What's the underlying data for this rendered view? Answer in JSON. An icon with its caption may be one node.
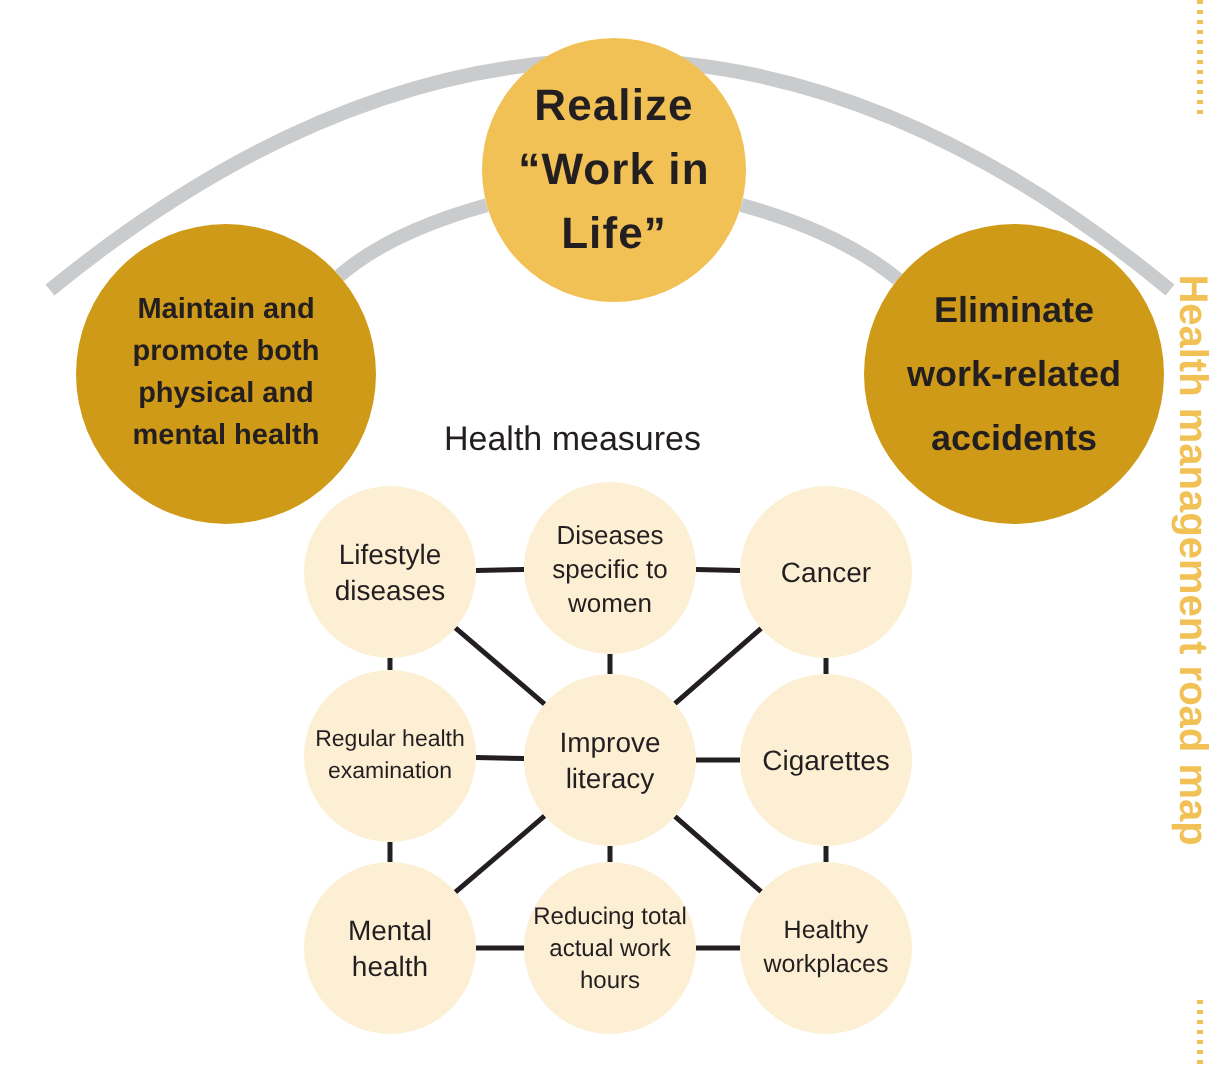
{
  "diagram": {
    "nodes": [
      {
        "text": [
          "Realize “Work in Life”"
        ]
      },
      {
        "text": [
          "Maintain and promote both physical and mental health"
        ]
      },
      {
        "text": [
          "Eliminate work-related accidents"
        ]
      },
      {
        "text": [
          "Lifestyle diseases"
        ]
      },
      {
        "text": [
          "Diseases specific to women"
        ]
      },
      {
        "text": [
          "Cancer"
        ]
      },
      {
        "text": [
          "Regular health examination"
        ]
      },
      {
        "text": [
          "Improve literacy"
        ]
      },
      {
        "text": [
          "Cigarettes"
        ]
      },
      {
        "text": [
          "Mental health"
        ]
      },
      {
        "text": [
          "Reducing total actual work hours"
        ]
      },
      {
        "text": [
          "Healthy workplaces"
        ]
      }
    ],
    "edges": [
      {
        "from": 1,
        "to": 0,
        "arrow": "none",
        "style": "thick",
        "color": "#c9cbcc"
      },
      {
        "from": 0,
        "to": 2,
        "arrow": "none",
        "style": "thick",
        "color": "#c9cbcc"
      },
      {
        "from": 3,
        "to": 4,
        "arrow": "none"
      },
      {
        "from": 4,
        "to": 5,
        "arrow": "none"
      },
      {
        "from": 3,
        "to": 6,
        "arrow": "none"
      },
      {
        "from": 3,
        "to": 7,
        "arrow": "none"
      },
      {
        "from": 4,
        "to": 7,
        "arrow": "none"
      },
      {
        "from": 5,
        "to": 7,
        "arrow": "none"
      },
      {
        "from": 5,
        "to": 8,
        "arrow": "none"
      },
      {
        "from": 6,
        "to": 7,
        "arrow": "none"
      },
      {
        "from": 7,
        "to": 8,
        "arrow": "none"
      },
      {
        "from": 6,
        "to": 9,
        "arrow": "none"
      },
      {
        "from": 7,
        "to": 9,
        "arrow": "none"
      },
      {
        "from": 7,
        "to": 10,
        "arrow": "none"
      },
      {
        "from": 7,
        "to": 11,
        "arrow": "none"
      },
      {
        "from": 8,
        "to": 11,
        "arrow": "none"
      },
      {
        "from": 9,
        "to": 10,
        "arrow": "none"
      },
      {
        "from": 10,
        "to": 11,
        "arrow": "none"
      }
    ],
    "labels": [
      "Health measures",
      "Health management road map"
    ]
  }
}
